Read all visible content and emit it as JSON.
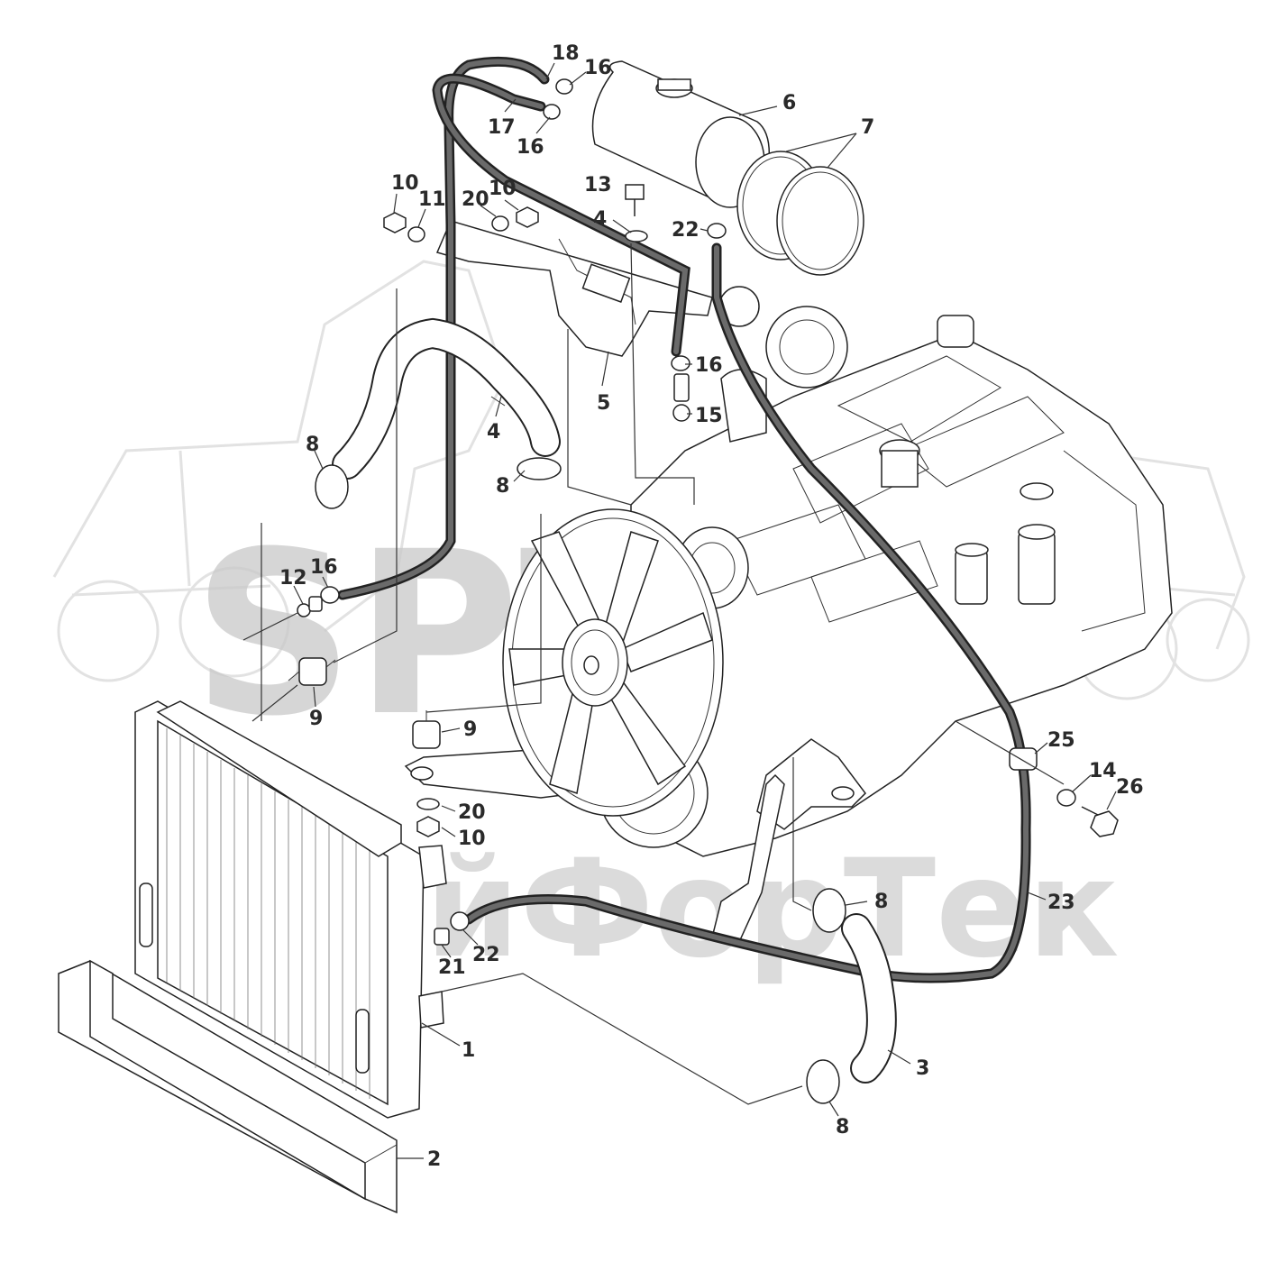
{
  "watermark": {
    "brand": "SPT",
    "company": "СкайФорТек"
  },
  "callouts": [
    {
      "id": "c18a",
      "label": "18"
    },
    {
      "id": "c16a",
      "label": "16"
    },
    {
      "id": "c17",
      "label": "17"
    },
    {
      "id": "c16b",
      "label": "16"
    },
    {
      "id": "c6",
      "label": "6"
    },
    {
      "id": "c7",
      "label": "7"
    },
    {
      "id": "c10a",
      "label": "10"
    },
    {
      "id": "c11",
      "label": "11"
    },
    {
      "id": "c20a",
      "label": "20"
    },
    {
      "id": "c10b",
      "label": "10"
    },
    {
      "id": "c13",
      "label": "13"
    },
    {
      "id": "c4a",
      "label": "4"
    },
    {
      "id": "c22a",
      "label": "22"
    },
    {
      "id": "c16c",
      "label": "16"
    },
    {
      "id": "c15",
      "label": "15"
    },
    {
      "id": "c5",
      "label": "5"
    },
    {
      "id": "c4b",
      "label": "4"
    },
    {
      "id": "c8a",
      "label": "8"
    },
    {
      "id": "c8b",
      "label": "8"
    },
    {
      "id": "c12",
      "label": "12"
    },
    {
      "id": "c16d",
      "label": "16"
    },
    {
      "id": "c9a",
      "label": "9"
    },
    {
      "id": "c9b",
      "label": "9"
    },
    {
      "id": "c20b",
      "label": "20"
    },
    {
      "id": "c10c",
      "label": "10"
    },
    {
      "id": "c25",
      "label": "25"
    },
    {
      "id": "c14",
      "label": "14"
    },
    {
      "id": "c26",
      "label": "26"
    },
    {
      "id": "c8c",
      "label": "8"
    },
    {
      "id": "c23",
      "label": "23"
    },
    {
      "id": "c21",
      "label": "21"
    },
    {
      "id": "c22b",
      "label": "22"
    },
    {
      "id": "c1",
      "label": "1"
    },
    {
      "id": "c3",
      "label": "3"
    },
    {
      "id": "c8d",
      "label": "8"
    },
    {
      "id": "c2",
      "label": "2"
    }
  ]
}
